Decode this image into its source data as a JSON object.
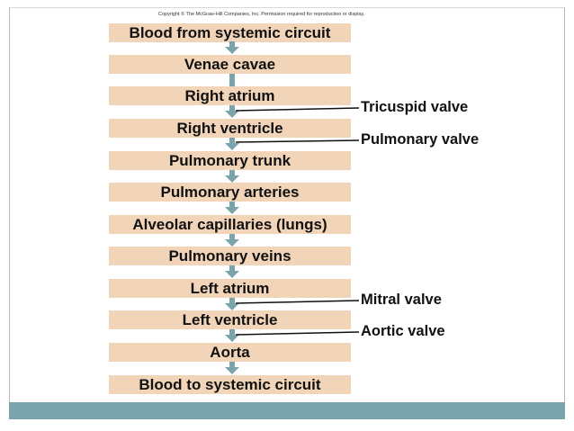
{
  "copyright": "Copyright © The McGraw-Hill Companies, Inc. Permission required for reproduction or display.",
  "steps": [
    "Blood from systemic circuit",
    "Venae cavae",
    "Right atrium",
    "Right ventricle",
    "Pulmonary trunk",
    "Pulmonary arteries",
    "Alveolar capillaries (lungs)",
    "Pulmonary veins",
    "Left atrium",
    "Left ventricle",
    "Aorta",
    "Blood to systemic circuit"
  ],
  "valves": {
    "tricuspid": "Tricuspid valve",
    "pulmonary": "Pulmonary valve",
    "mitral": "Mitral valve",
    "aortic": "Aortic valve"
  },
  "colors": {
    "box": "#f2d4b9",
    "arrow": "#7aa3ab",
    "footer_bar": "#7aa3ab"
  }
}
